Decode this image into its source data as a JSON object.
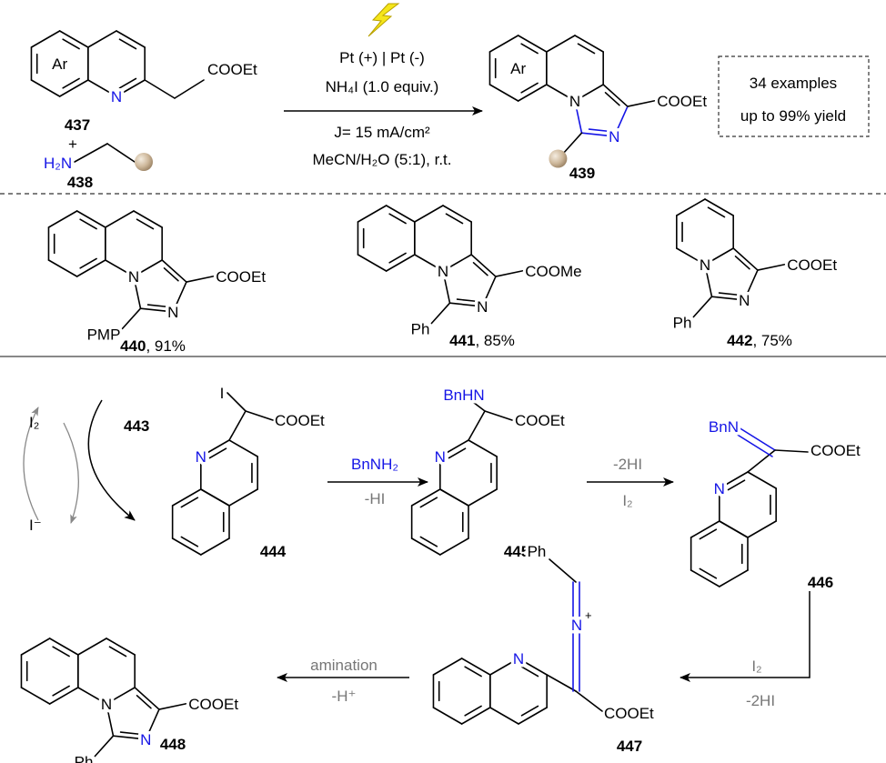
{
  "reaction": {
    "reactant1": {
      "label": "437",
      "ring_text": "Ar",
      "atom_n": "N",
      "group": "COOEt"
    },
    "plus": "+",
    "reactant2": {
      "label": "438",
      "amine": "H₂N"
    },
    "conditions": [
      "Pt (+) | Pt (-)",
      "NH₄I (1.0 equiv.)",
      "J= 15 mA/cm²",
      "MeCN/H₂O (5:1), r.t."
    ],
    "product": {
      "label": "439",
      "ring_text": "Ar",
      "atom_n": "N",
      "group": "COOEt"
    },
    "summary": [
      "34 examples",
      "up to 99% yield"
    ]
  },
  "examples": [
    {
      "label": "440",
      "yield": ", 91%",
      "substituent": "PMP",
      "group": "COOEt",
      "atom_n": "N"
    },
    {
      "label": "441",
      "yield": ", 85%",
      "substituent": "Ph",
      "group": "COOMe",
      "atom_n": "N"
    },
    {
      "label": "442",
      "yield": ", 75%",
      "substituent": "Ph",
      "group": "COOEt",
      "atom_n": "N"
    }
  ],
  "mechanism": {
    "cycle": {
      "oxidant": "I₂",
      "reduced": "I⁻",
      "substrate": "443"
    },
    "c444": {
      "label": "444",
      "iodo": "I",
      "group": "COOEt",
      "atom_n": "N"
    },
    "step1": {
      "reagent": "BnNH₂",
      "byproduct": "-HI"
    },
    "c445": {
      "label": "445",
      "amine": "BnHN",
      "group": "COOEt",
      "atom_n": "N"
    },
    "step2": {
      "byproduct": "-2HI",
      "reagent": "I₂"
    },
    "c446": {
      "label": "446",
      "imine": "BnN",
      "group": "COOEt",
      "atom_n": "N"
    },
    "step3": {
      "reagent": "I₂",
      "byproduct": "-2HI"
    },
    "c447": {
      "label": "447",
      "aryl": "Ph",
      "iminium_n": "N",
      "charge": "+",
      "group": "COOEt",
      "atom_n": "N"
    },
    "step4": {
      "process": "amination",
      "byproduct": "-H⁺"
    },
    "c448": {
      "label": "448",
      "substituent": "Ph",
      "group": "COOEt",
      "atom_n": "N"
    }
  },
  "colors": {
    "heteroatom_blue": "#1515e6",
    "reagent_grey": "#777777",
    "lightning": "#f5e61a"
  }
}
